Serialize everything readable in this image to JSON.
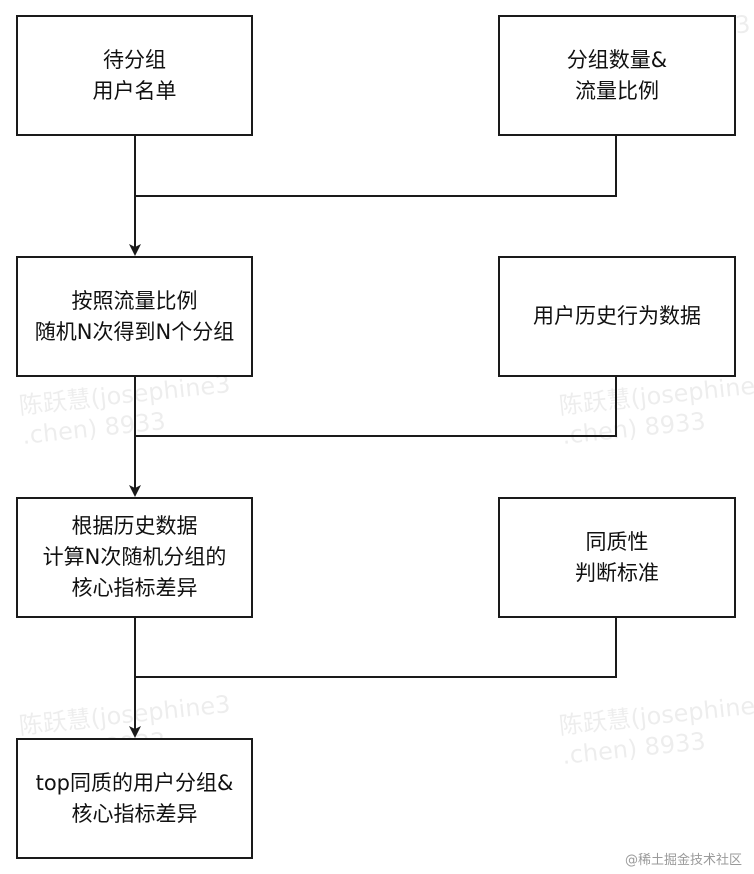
{
  "nodes": {
    "pending_users": {
      "lines": [
        "待分组",
        "用户名单"
      ]
    },
    "group_ratio": {
      "lines": [
        "分组数量&",
        "流量比例"
      ]
    },
    "random_split": {
      "lines": [
        "按照流量比例",
        "随机N次得到N个分组"
      ]
    },
    "history_data": {
      "lines": [
        "用户历史行为数据"
      ]
    },
    "compute_diff": {
      "lines": [
        "根据历史数据",
        "计算N次随机分组的",
        "核心指标差异"
      ]
    },
    "homogeneity": {
      "lines": [
        "同质性",
        "判断标准"
      ]
    },
    "top_result": {
      "lines": [
        "top同质的用户分组&",
        "核心指标差异"
      ]
    }
  },
  "watermark": {
    "lines": [
      "陈跃慧(josephine3",
      ".chen) 8933"
    ]
  },
  "footer": "@稀土掘金技术社区",
  "colors": {
    "stroke": "#1a1a1a",
    "background": "#ffffff"
  }
}
